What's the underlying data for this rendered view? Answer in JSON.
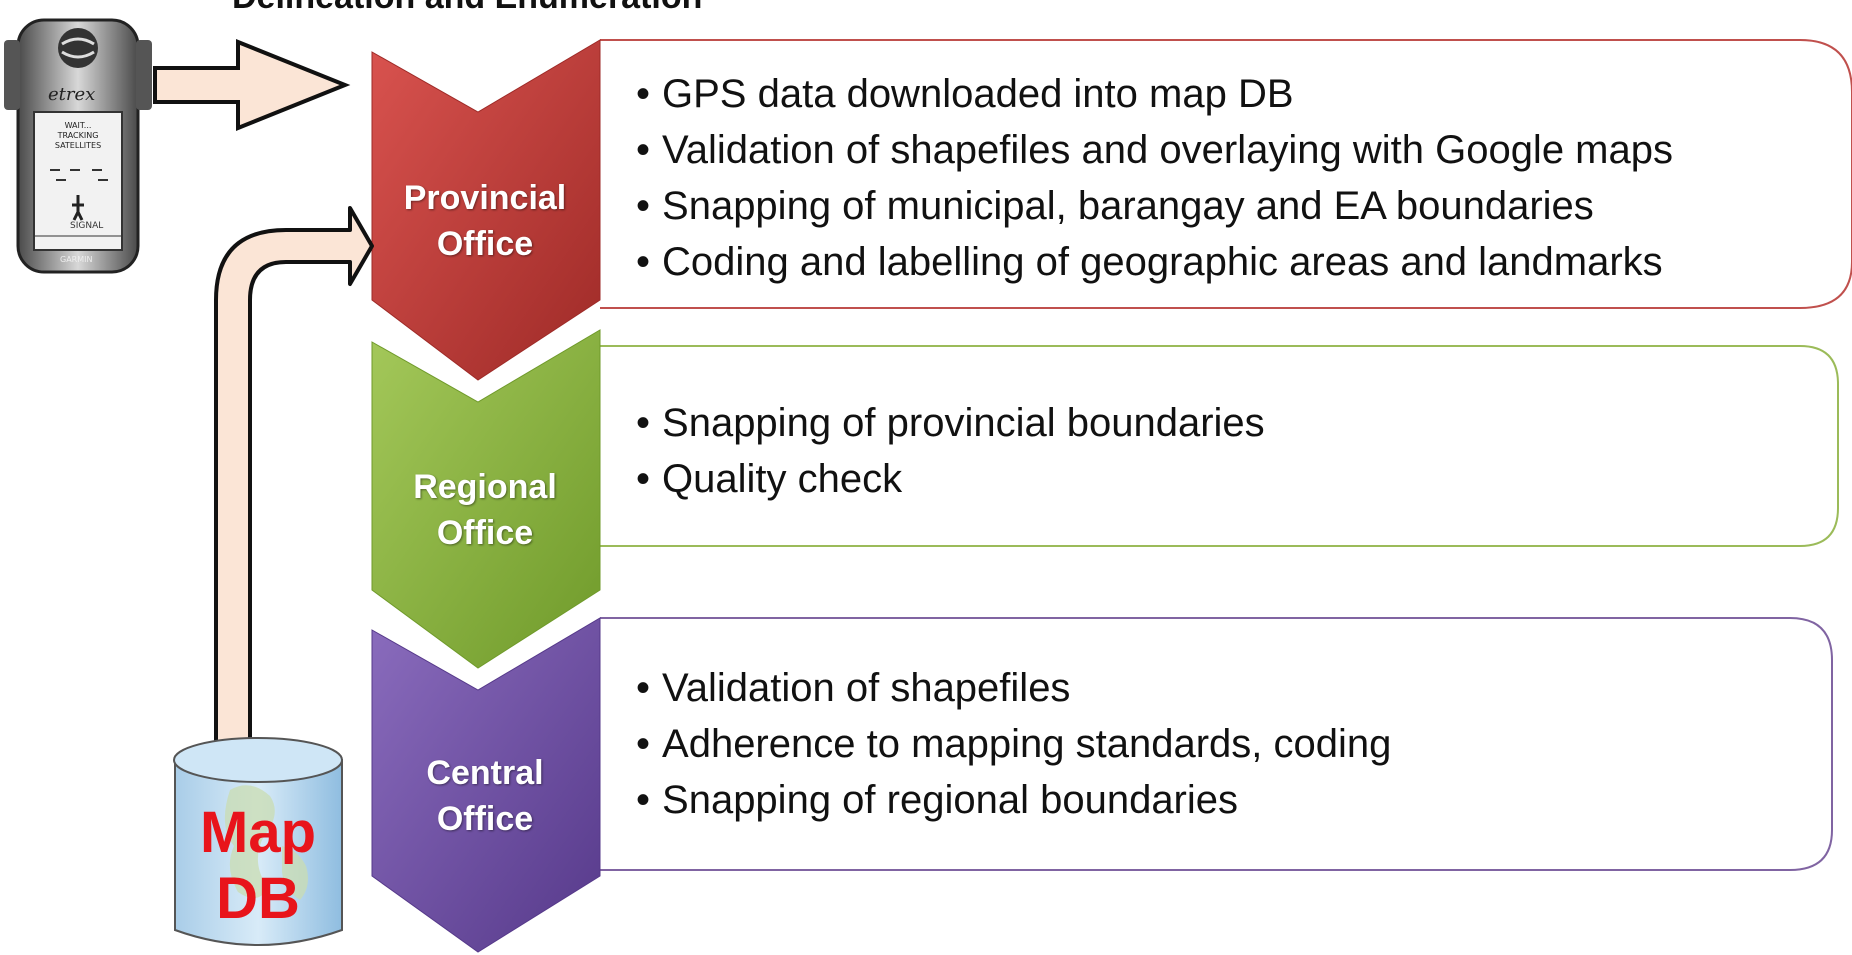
{
  "title": "Delineation and Enumeration",
  "gps_device": {
    "brand": "etrex",
    "screen_lines": [
      "WAIT...",
      "TRACKING",
      "SATELLITES"
    ],
    "signal_label": "SIGNAL",
    "maker": "GARMIN"
  },
  "offices": [
    {
      "label_line1": "Provincial",
      "label_line2": "Office",
      "color": "#c0393b",
      "border": "#c0504d",
      "tasks": [
        "GPS data downloaded into map DB",
        "Validation of shapefiles and overlaying with Google maps",
        "Snapping of municipal, barangay and EA boundaries",
        "Coding and labelling of geographic areas and landmarks"
      ]
    },
    {
      "label_line1": "Regional",
      "label_line2": "Office",
      "color": "#8db33e",
      "border": "#9bbb59",
      "tasks": [
        "Snapping of provincial boundaries",
        "Quality check"
      ]
    },
    {
      "label_line1": "Central",
      "label_line2": "Office",
      "color": "#7356a6",
      "border": "#8064a2",
      "tasks": [
        "Validation of shapefiles",
        "Adherence to mapping standards, coding",
        "Snapping of regional boundaries"
      ]
    }
  ],
  "map_db": {
    "line1": "Map",
    "line2": "DB"
  }
}
